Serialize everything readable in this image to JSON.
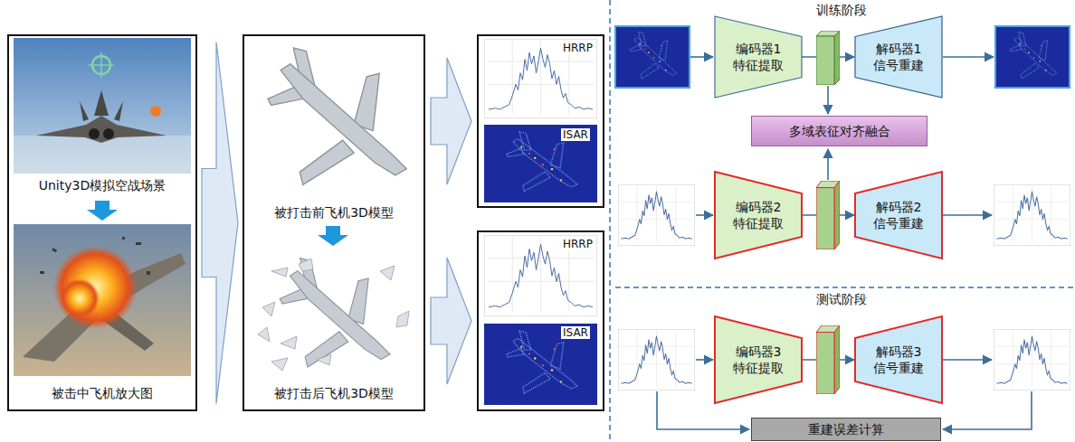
{
  "diagram": {
    "nodes": [
      {
        "text": [
          "Unity3D模拟空战场景",
          "被击中飞机放大图"
        ]
      },
      {
        "text": [
          "被打击前飞机3D模型",
          "被打击后飞机3D模型"
        ]
      },
      {
        "text": [
          "HRRP",
          "ISAR"
        ]
      },
      {
        "text": [
          "HRRP",
          "ISAR"
        ]
      },
      {
        "text": [
          "编码器1 特征提取"
        ]
      },
      {
        "text": [
          "解码器1 信号重建"
        ]
      },
      {
        "text": [
          "多域表征对齐融合"
        ]
      },
      {
        "text": [
          "编码器2 特征提取"
        ]
      },
      {
        "text": [
          "解码器2 信号重建"
        ]
      },
      {
        "text": [
          "编码器3 特征提取"
        ]
      },
      {
        "text": [
          "解码器3 信号重建"
        ]
      },
      {
        "text": [
          "重建误差计算"
        ]
      }
    ],
    "edges": [
      {
        "from": 0,
        "to": 1,
        "arrow": "to"
      },
      {
        "from": 1,
        "to": 2,
        "arrow": "to"
      },
      {
        "from": 1,
        "to": 3,
        "arrow": "to"
      },
      {
        "from": 4,
        "to": 5,
        "arrow": "to"
      },
      {
        "from": 7,
        "to": 8,
        "arrow": "to"
      },
      {
        "from": 9,
        "to": 10,
        "arrow": "to"
      }
    ],
    "labels": [
      "训练阶段",
      "测试阶段"
    ]
  }
}
